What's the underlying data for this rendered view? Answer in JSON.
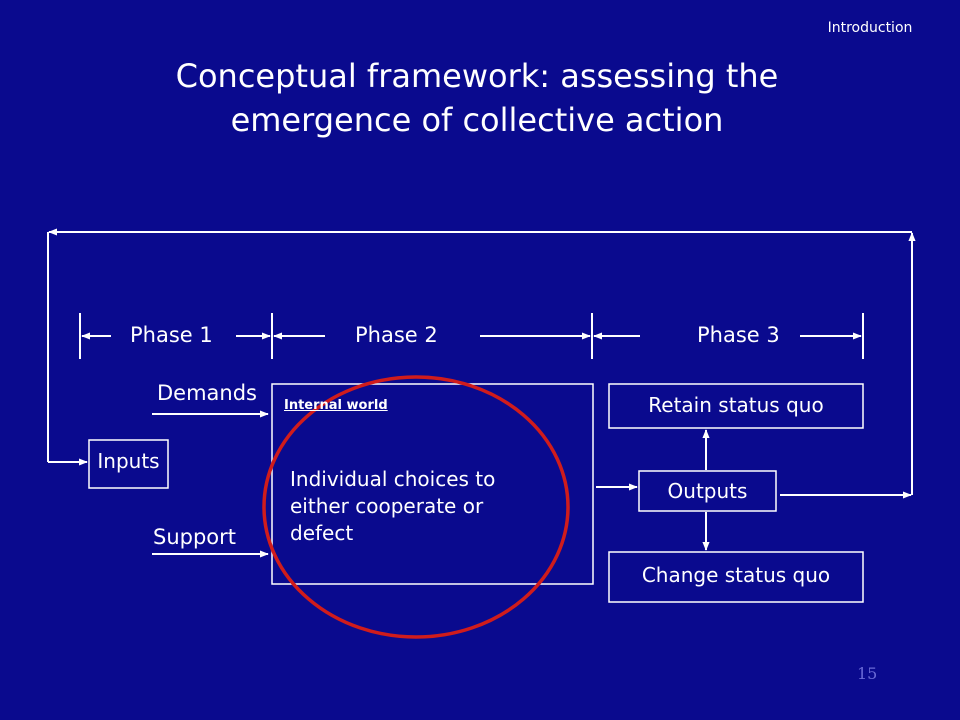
{
  "header": {
    "section": "Introduction"
  },
  "title": {
    "line1": "Conceptual framework: assessing the",
    "line2": "emergence of collective action"
  },
  "phases": [
    "Phase 1",
    "Phase 2",
    "Phase 3"
  ],
  "inputs": {
    "demands": "Demands",
    "support": "Support",
    "inputs": "Inputs"
  },
  "internal": {
    "label": "Internal world",
    "choices": "Individual choices to either cooperate or defect"
  },
  "outcomes": {
    "retain": "Retain status quo",
    "outputs": "Outputs",
    "change": "Change status quo"
  },
  "colors": {
    "background": "#0a0a8e",
    "line": "#ffffff",
    "highlight": "#d01c1c"
  },
  "footer": {
    "page_number": "15"
  }
}
